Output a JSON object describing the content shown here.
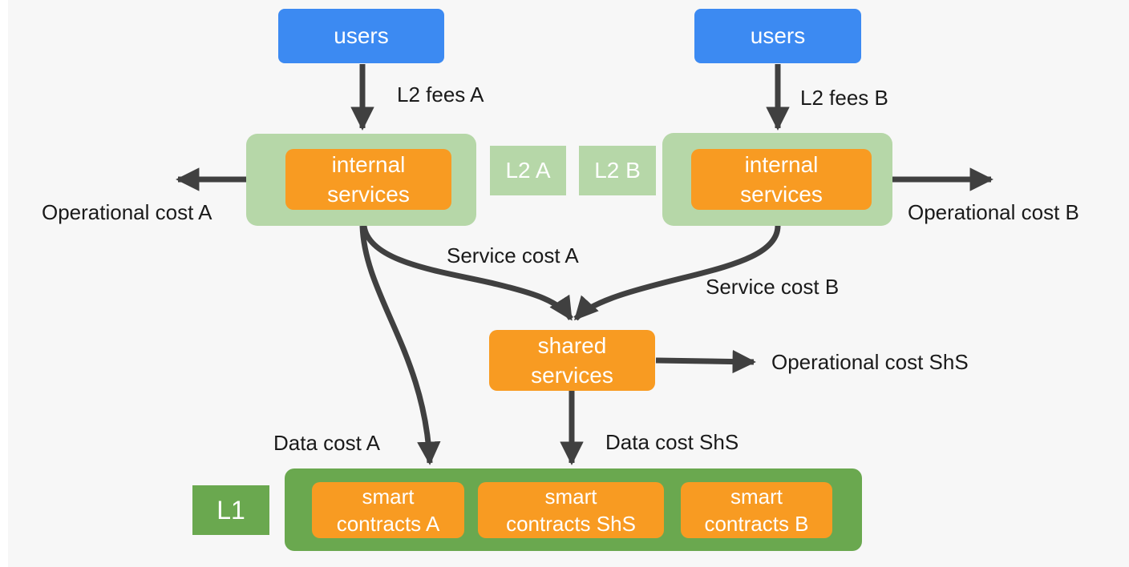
{
  "nodes": {
    "users_a": "users",
    "users_b": "users",
    "internal_services_a": "internal\nservices",
    "internal_services_b": "internal\nservices",
    "l2_a": "L2 A",
    "l2_b": "L2 B",
    "shared_services": "shared\nservices",
    "l1": "L1",
    "smart_contracts_a": "smart\ncontracts A",
    "smart_contracts_shs": "smart\ncontracts ShS",
    "smart_contracts_b": "smart\ncontracts B"
  },
  "edge_labels": {
    "l2_fees_a": "L2 fees A",
    "l2_fees_b": "L2 fees B",
    "operational_cost_a": "Operational cost A",
    "operational_cost_b": "Operational cost B",
    "service_cost_a": "Service cost A",
    "service_cost_b": "Service cost B",
    "operational_cost_shs": "Operational cost ShS",
    "data_cost_a": "Data cost A",
    "data_cost_shs": "Data cost ShS"
  },
  "colors": {
    "users": "#3c8af2",
    "l2_container": "#b6d7a8",
    "service": "#f89b22",
    "l1_container": "#6aa84f",
    "arrow": "#404040"
  }
}
